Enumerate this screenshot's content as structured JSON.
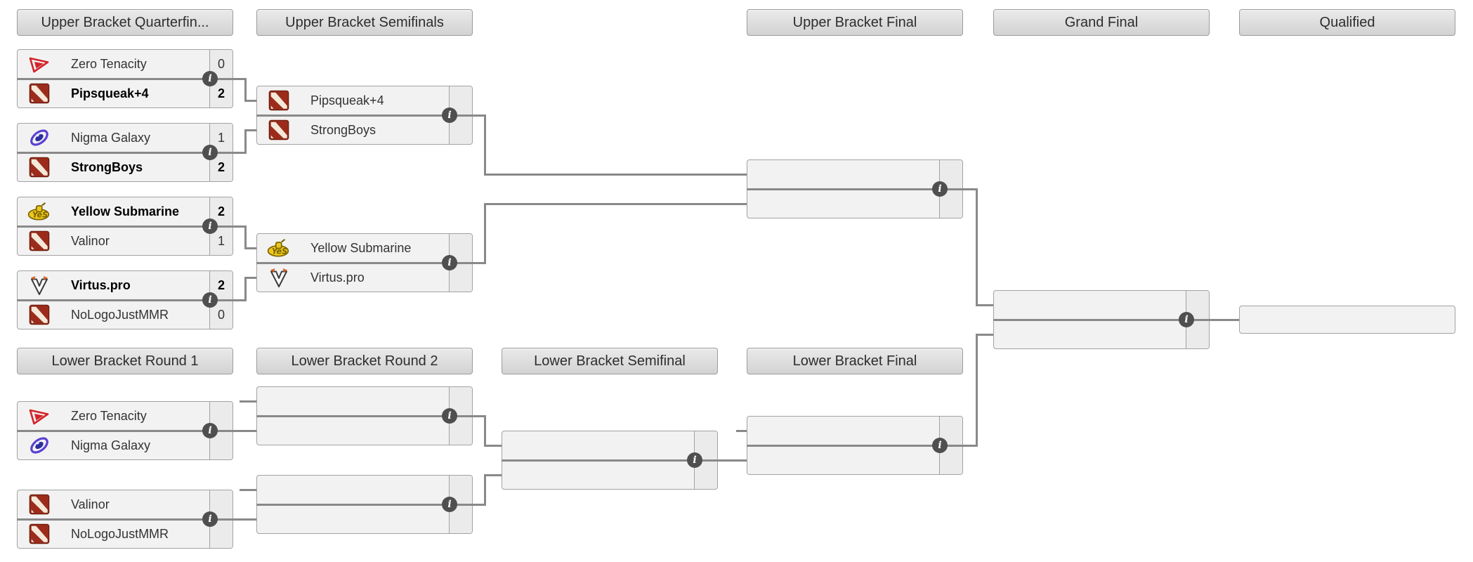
{
  "colors": {
    "background": "#ffffff",
    "header_bg": "#dcdcdc",
    "row_bg": "#f2f2f2",
    "score_col_bg": "#ebebeb",
    "border": "#a2a2a2",
    "connector": "#898989",
    "info_icon_bg": "#4f4f4f",
    "winner_text": "#000000",
    "text": "#333333",
    "dota2_logo_red": "#9b2c1c",
    "zero_tenacity_red": "#d2232a",
    "nigma_purple": "#5b3fd1",
    "yellow_submarine_yellow": "#edc71d",
    "virtuspro_orange": "#d95b1e"
  },
  "icons": {
    "info_glyph": "i"
  },
  "headers": [
    {
      "label": "Upper Bracket Quarterfin..."
    },
    {
      "label": "Upper Bracket Semifinals"
    },
    {
      "label": "Upper Bracket Final"
    },
    {
      "label": "Grand Final"
    },
    {
      "label": "Qualified"
    },
    {
      "label": "Lower Bracket Round 1"
    },
    {
      "label": "Lower Bracket Round 2"
    },
    {
      "label": "Lower Bracket Semifinal"
    },
    {
      "label": "Lower Bracket Final"
    }
  ],
  "matches": [
    {
      "id": "ubqf1",
      "top": {
        "name": "Zero Tenacity",
        "logo": "zero-tenacity",
        "score": "0",
        "winner": false
      },
      "bottom": {
        "name": "Pipsqueak+4",
        "logo": "dota2",
        "score": "2",
        "winner": true
      }
    },
    {
      "id": "ubqf2",
      "top": {
        "name": "Nigma Galaxy",
        "logo": "nigma-galaxy",
        "score": "1",
        "winner": false
      },
      "bottom": {
        "name": "StrongBoys",
        "logo": "dota2",
        "score": "2",
        "winner": true
      }
    },
    {
      "id": "ubqf3",
      "top": {
        "name": "Yellow Submarine",
        "logo": "yellow-submarine",
        "score": "2",
        "winner": true
      },
      "bottom": {
        "name": "Valinor",
        "logo": "dota2",
        "score": "1",
        "winner": false
      }
    },
    {
      "id": "ubqf4",
      "top": {
        "name": "Virtus.pro",
        "logo": "virtuspro",
        "score": "2",
        "winner": true
      },
      "bottom": {
        "name": "NoLogoJustMMR",
        "logo": "dota2",
        "score": "0",
        "winner": false
      }
    },
    {
      "id": "ubsf1",
      "top": {
        "name": "Pipsqueak+4",
        "logo": "dota2",
        "score": "",
        "winner": false
      },
      "bottom": {
        "name": "StrongBoys",
        "logo": "dota2",
        "score": "",
        "winner": false
      }
    },
    {
      "id": "ubsf2",
      "top": {
        "name": "Yellow Submarine",
        "logo": "yellow-submarine",
        "score": "",
        "winner": false
      },
      "bottom": {
        "name": "Virtus.pro",
        "logo": "virtuspro",
        "score": "",
        "winner": false
      }
    },
    {
      "id": "ubf",
      "top": {
        "name": "",
        "logo": "",
        "score": "",
        "winner": false
      },
      "bottom": {
        "name": "",
        "logo": "",
        "score": "",
        "winner": false
      }
    },
    {
      "id": "gf",
      "top": {
        "name": "",
        "logo": "",
        "score": "",
        "winner": false
      },
      "bottom": {
        "name": "",
        "logo": "",
        "score": "",
        "winner": false
      }
    },
    {
      "id": "lbr1m1",
      "top": {
        "name": "Zero Tenacity",
        "logo": "zero-tenacity",
        "score": "",
        "winner": false
      },
      "bottom": {
        "name": "Nigma Galaxy",
        "logo": "nigma-galaxy",
        "score": "",
        "winner": false
      }
    },
    {
      "id": "lbr1m2",
      "top": {
        "name": "Valinor",
        "logo": "dota2",
        "score": "",
        "winner": false
      },
      "bottom": {
        "name": "NoLogoJustMMR",
        "logo": "dota2",
        "score": "",
        "winner": false
      }
    },
    {
      "id": "lbr2m1",
      "top": {
        "name": "",
        "logo": "",
        "score": "",
        "winner": false
      },
      "bottom": {
        "name": "",
        "logo": "",
        "score": "",
        "winner": false
      }
    },
    {
      "id": "lbr2m2",
      "top": {
        "name": "",
        "logo": "",
        "score": "",
        "winner": false
      },
      "bottom": {
        "name": "",
        "logo": "",
        "score": "",
        "winner": false
      }
    },
    {
      "id": "lbsf",
      "top": {
        "name": "",
        "logo": "",
        "score": "",
        "winner": false
      },
      "bottom": {
        "name": "",
        "logo": "",
        "score": "",
        "winner": false
      }
    },
    {
      "id": "lbf",
      "top": {
        "name": "",
        "logo": "",
        "score": "",
        "winner": false
      },
      "bottom": {
        "name": "",
        "logo": "",
        "score": "",
        "winner": false
      }
    }
  ],
  "qualified_slot": {
    "label": ""
  }
}
